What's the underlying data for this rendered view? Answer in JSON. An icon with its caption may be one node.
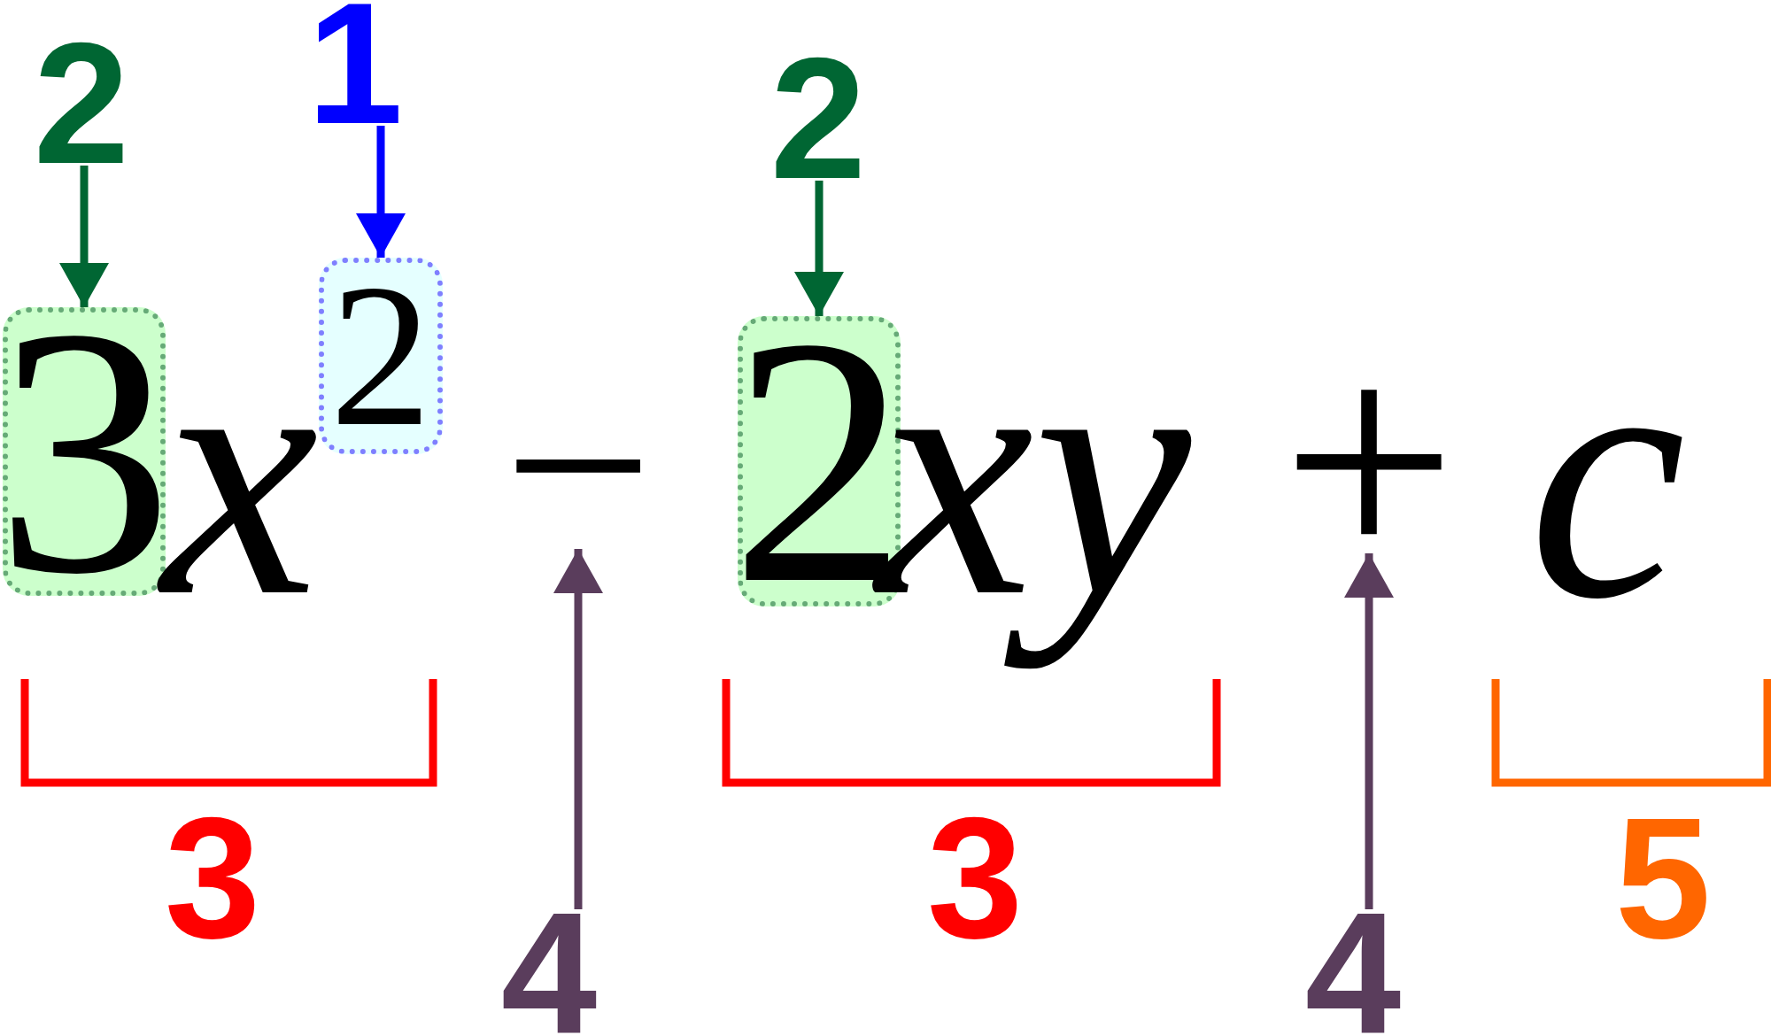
{
  "diagram": {
    "nodes": [
      {
        "text": [
          "2"
        ]
      },
      {
        "text": [
          "1"
        ]
      },
      {
        "text": [
          "2"
        ]
      },
      {
        "text": [
          "3"
        ]
      },
      {
        "text": [
          "2"
        ]
      },
      {
        "text": [
          "2"
        ]
      },
      {
        "text": [
          "−"
        ]
      },
      {
        "text": [
          "+"
        ]
      },
      {
        "text": [
          "4"
        ]
      },
      {
        "text": [
          "4"
        ]
      }
    ],
    "edges": [
      {
        "from": 0,
        "to": 3,
        "arrow": "to",
        "color": "#006633"
      },
      {
        "from": 1,
        "to": 4,
        "arrow": "to",
        "color": "#0000ff"
      },
      {
        "from": 2,
        "to": 5,
        "arrow": "to",
        "color": "#006633"
      },
      {
        "from": 8,
        "to": 6,
        "arrow": "to",
        "color": "#5a3d5c"
      },
      {
        "from": 9,
        "to": 7,
        "arrow": "to",
        "color": "#5a3d5c"
      }
    ],
    "labels": [
      "x",
      "xy",
      "c",
      "3",
      "3",
      "5"
    ]
  }
}
